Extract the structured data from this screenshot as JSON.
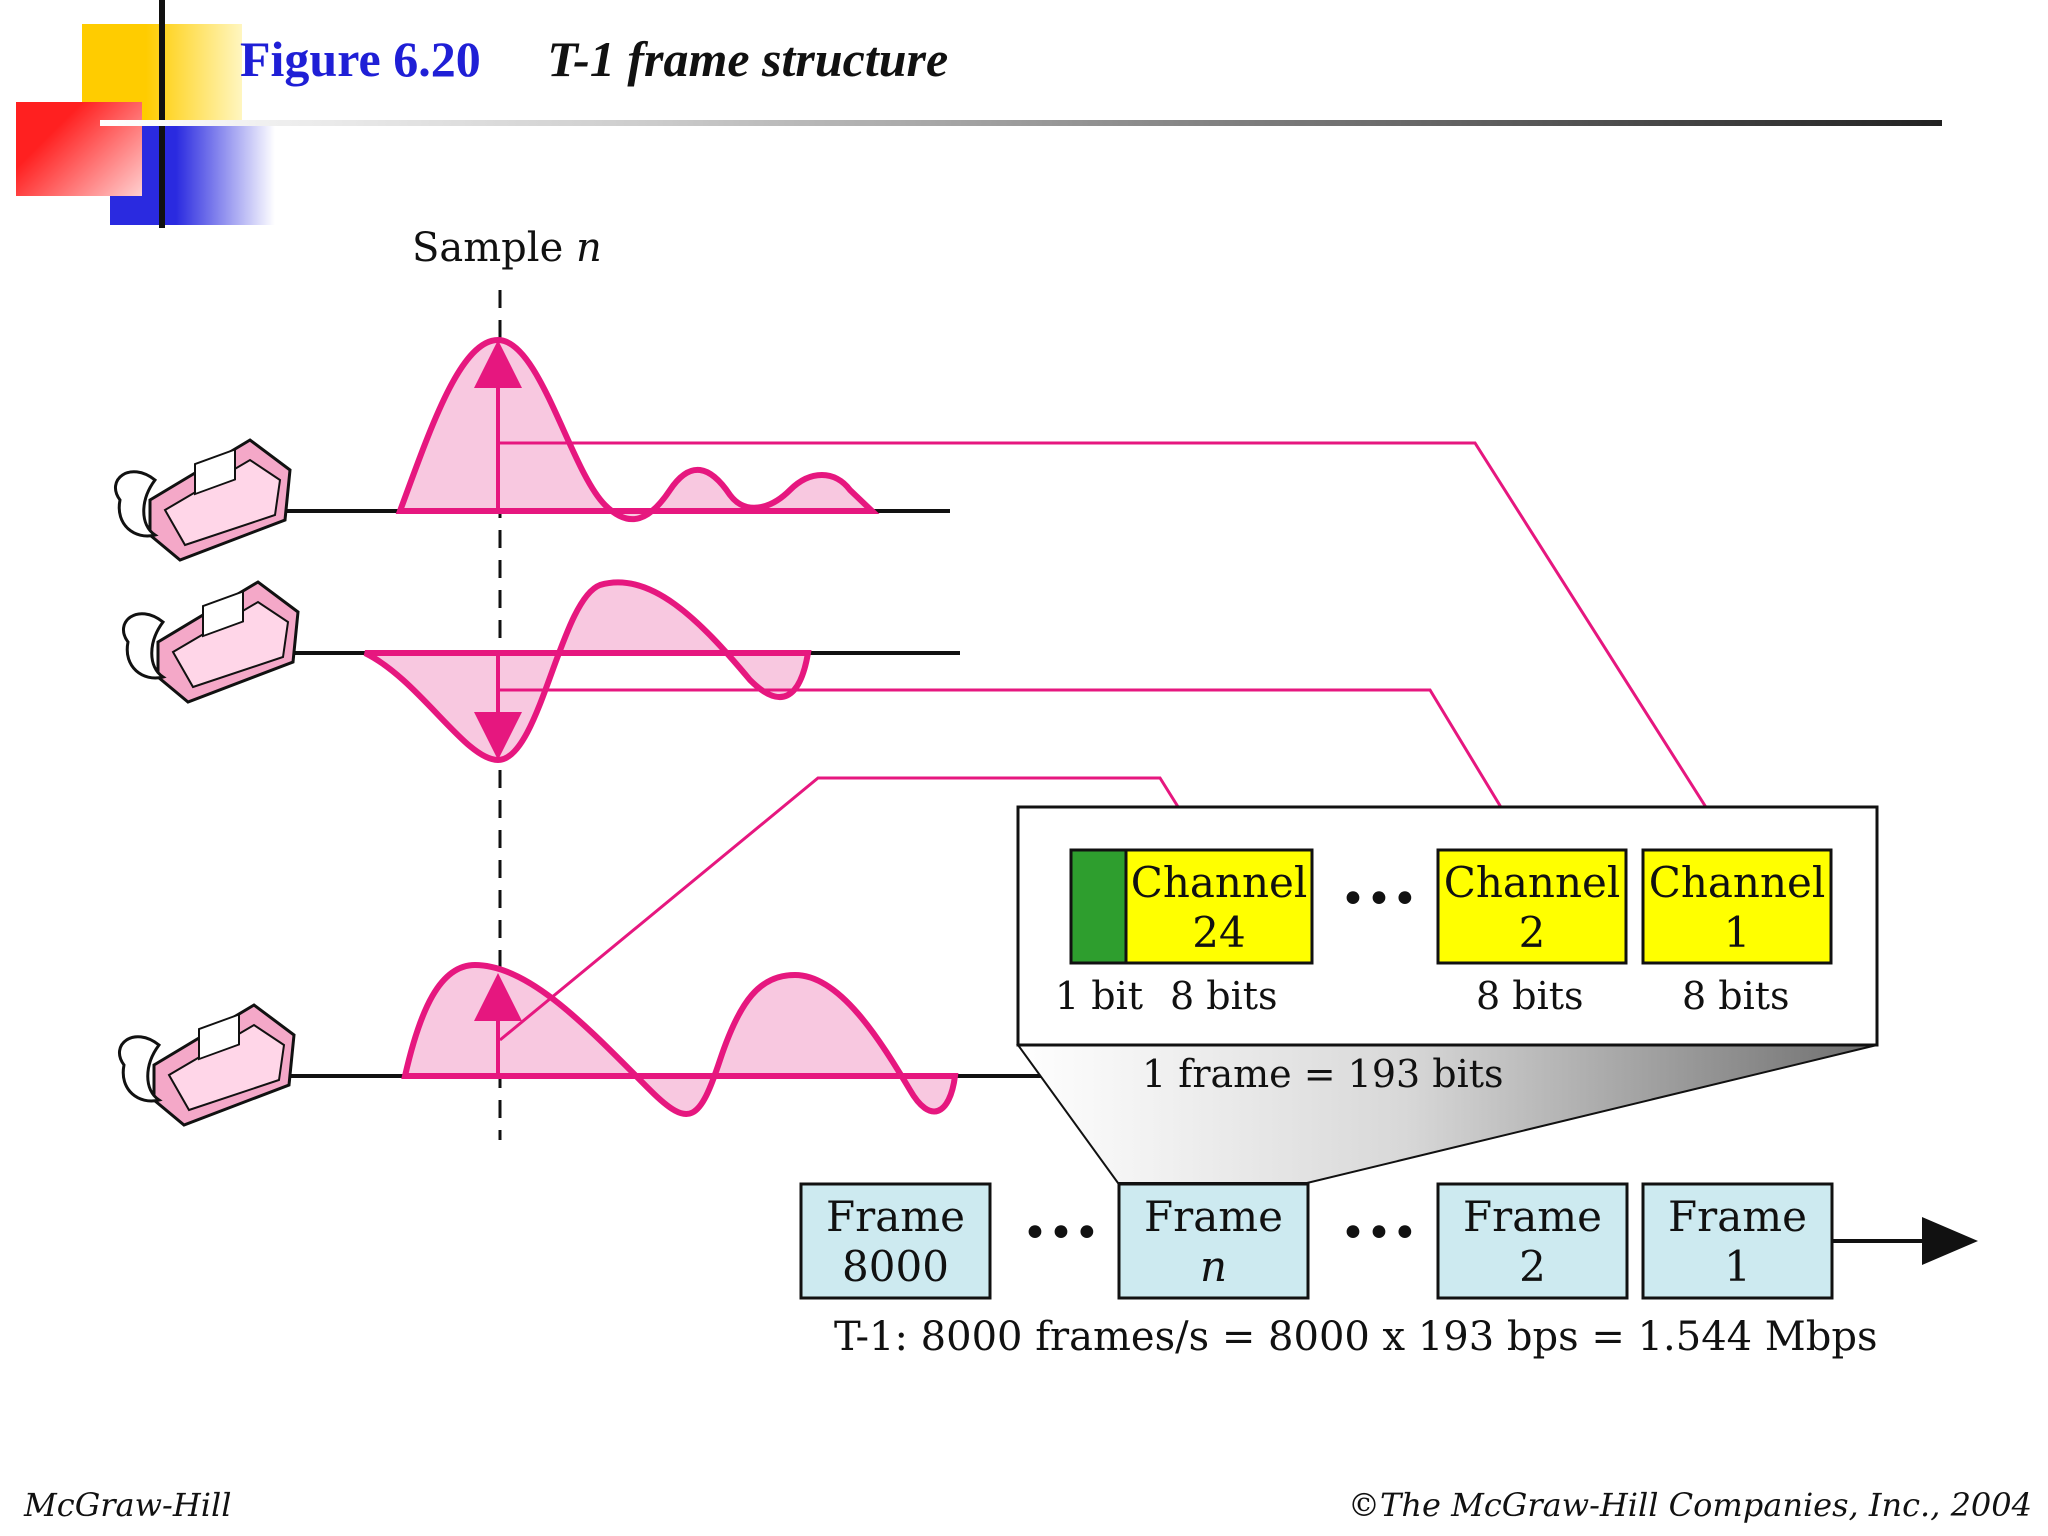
{
  "header": {
    "figure_number": "Figure 6.20",
    "figure_title": "T-1 frame structure"
  },
  "diagram": {
    "sample_label": "Sample",
    "sample_var": "n",
    "channels": [
      {
        "label": "Channel",
        "number": "24",
        "bits": "8 bits"
      },
      {
        "label": "Channel",
        "number": "2",
        "bits": "8 bits"
      },
      {
        "label": "Channel",
        "number": "1",
        "bits": "8 bits"
      }
    ],
    "framing_bit_label": "1 bit",
    "channel_ellipsis": "•••",
    "frame_size_label": "1 frame = 193 bits",
    "frames": [
      {
        "label": "Frame",
        "number": "8000"
      },
      {
        "label": "Frame",
        "number": "n"
      },
      {
        "label": "Frame",
        "number": "2"
      },
      {
        "label": "Frame",
        "number": "1"
      }
    ],
    "frame_ellipsis": "•••",
    "rate_label": "T-1: 8000 frames/s = 8000 x 193 bps = 1.544 Mbps"
  },
  "footer": {
    "left": "McGraw-Hill",
    "right": "©The McGraw-Hill Companies, Inc., 2004"
  },
  "colors": {
    "signal": "#e6177f",
    "signal_fill": "#f8c8e0",
    "channel_box": "#ffff00",
    "framing_bit": "#2e9e2e",
    "frame_box": "#cdeaf0",
    "title_blue": "#1f1fd6"
  },
  "icons": [
    "telephone-icon"
  ]
}
